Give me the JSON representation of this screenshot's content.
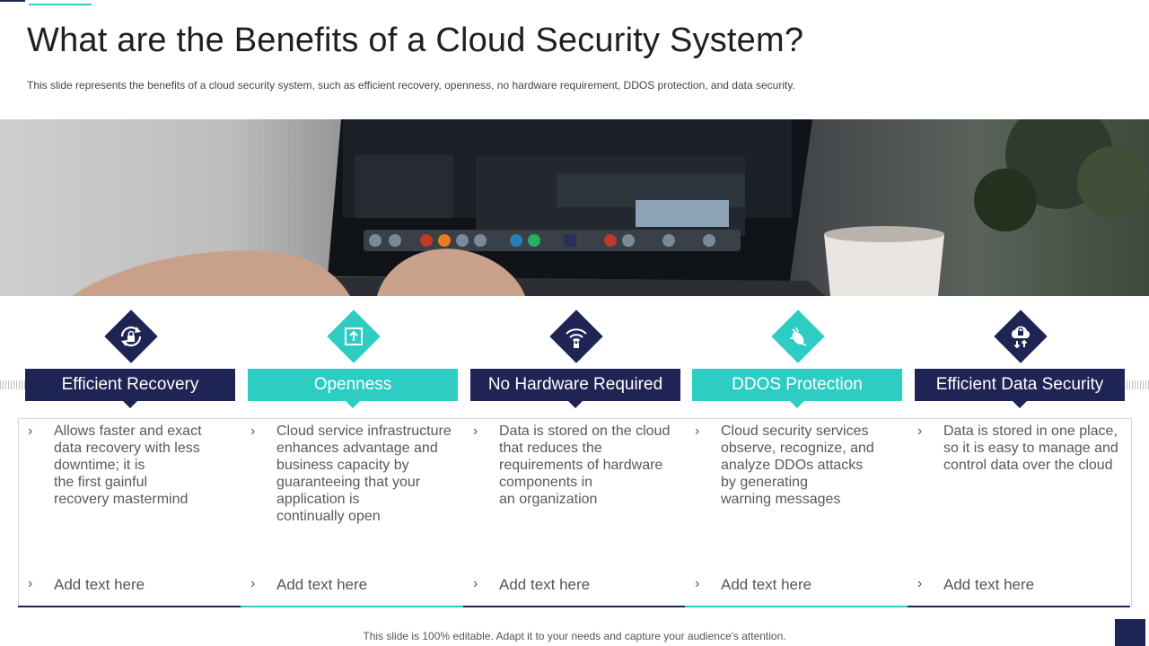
{
  "title": "What are the Benefits of a Cloud Security System?",
  "subtitle": "This slide represents the benefits of a cloud security system, such as efficient recovery,  openness, no hardware requirement, DDOS protection, and data security.",
  "footer": "This slide is 100% editable. Adapt it to your needs and capture your audience's attention.",
  "colors": {
    "dark": "#1e2454",
    "teal": "#2ecdc4"
  },
  "cards": [
    {
      "label": "Efficient Recovery",
      "icon": "lock-refresh-icon",
      "style": "dark",
      "description": "Allows faster and exact data recovery with less downtime; it is\nthe first gainful\nrecovery mastermind",
      "add": "Add text here"
    },
    {
      "label": "Openness",
      "icon": "upload-box-icon",
      "style": "teal",
      "description": "Cloud service infrastructure enhances advantage and business capacity by guaranteeing that your application is\ncontinually  open",
      "add": "Add text here"
    },
    {
      "label": "No Hardware Required",
      "icon": "wifi-lock-icon",
      "style": "dark",
      "description": "Data is stored on the cloud that reduces the requirements of hardware components in\nan organization",
      "add": "Add text here"
    },
    {
      "label": "DDOS Protection",
      "icon": "bug-icon",
      "style": "teal",
      "description": "Cloud security services observe, recognize, and analyze DDOs attacks\nby generating\nwarning messages",
      "add": "Add text here"
    },
    {
      "label": "Efficient Data Security",
      "icon": "cloud-lock-icon",
      "style": "dark",
      "description": "Data is stored in one place, so it is easy to manage and control data over the cloud",
      "add": "Add text here"
    }
  ]
}
